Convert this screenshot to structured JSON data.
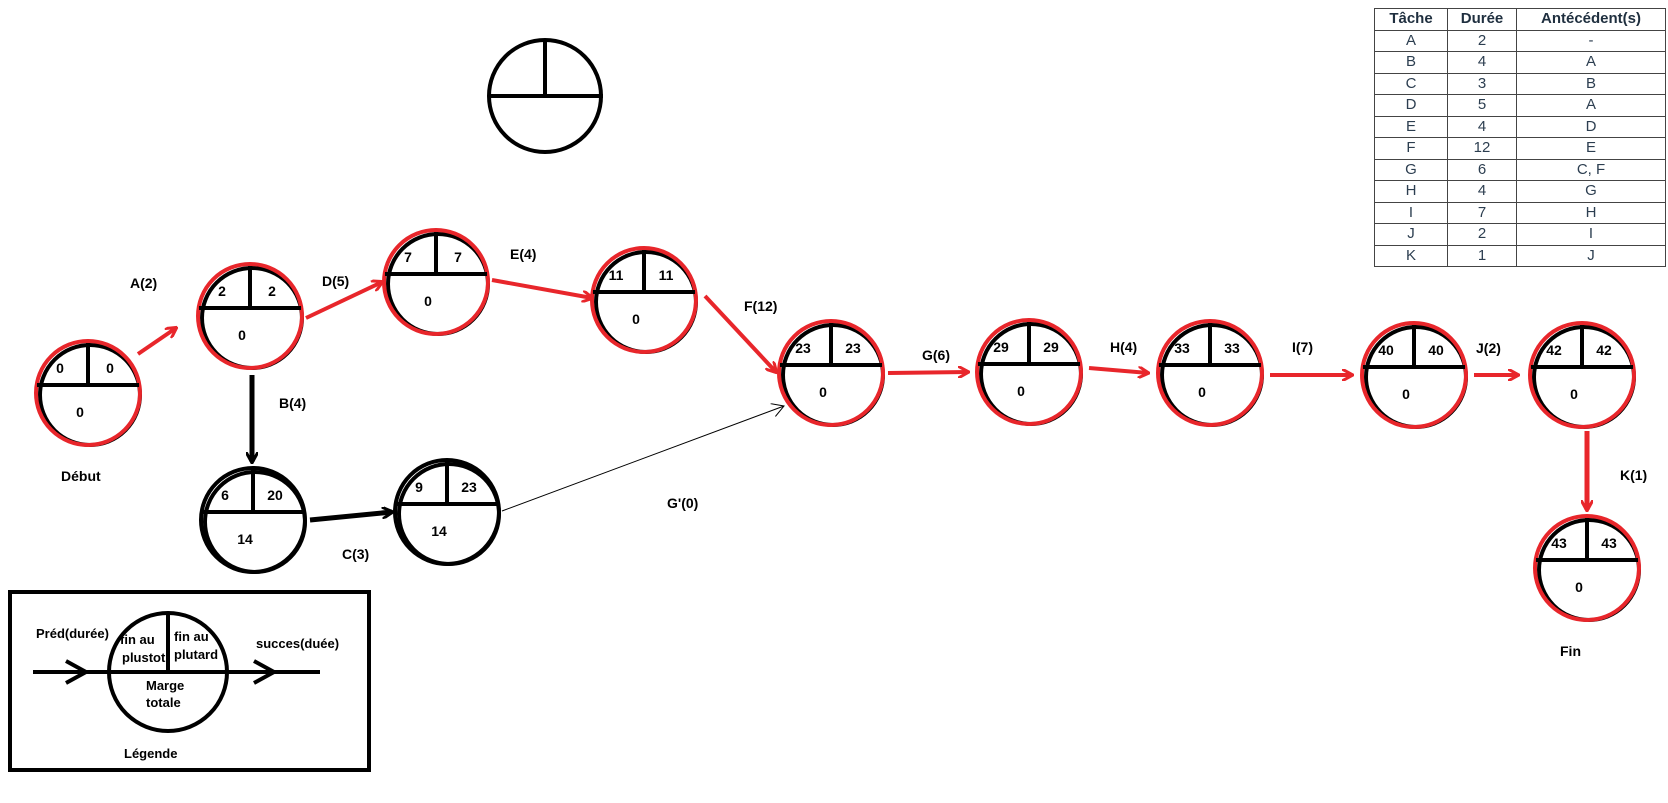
{
  "table": {
    "headers": [
      "Tâche",
      "Durée",
      "Antécédent(s)"
    ],
    "rows": [
      [
        "A",
        "2",
        "-"
      ],
      [
        "B",
        "4",
        "A"
      ],
      [
        "C",
        "3",
        "B"
      ],
      [
        "D",
        "5",
        "A"
      ],
      [
        "E",
        "4",
        "D"
      ],
      [
        "F",
        "12",
        "E"
      ],
      [
        "G",
        "6",
        "C, F"
      ],
      [
        "H",
        "4",
        "G"
      ],
      [
        "I",
        "7",
        "H"
      ],
      [
        "J",
        "2",
        "I"
      ],
      [
        "K",
        "1",
        "J"
      ]
    ]
  },
  "nodes": [
    {
      "id": "n1",
      "tot": "0",
      "tard": "0",
      "marge": "0",
      "critical": true
    },
    {
      "id": "n2",
      "tot": "2",
      "tard": "2",
      "marge": "0",
      "critical": true
    },
    {
      "id": "n3",
      "tot": "7",
      "tard": "7",
      "marge": "0",
      "critical": true
    },
    {
      "id": "n4",
      "tot": "11",
      "tard": "11",
      "marge": "0",
      "critical": true
    },
    {
      "id": "n5",
      "tot": "6",
      "tard": "20",
      "marge": "14",
      "critical": false
    },
    {
      "id": "n6",
      "tot": "9",
      "tard": "23",
      "marge": "14",
      "critical": false
    },
    {
      "id": "n7",
      "tot": "23",
      "tard": "23",
      "marge": "0",
      "critical": true
    },
    {
      "id": "n8",
      "tot": "29",
      "tard": "29",
      "marge": "0",
      "critical": true
    },
    {
      "id": "n9",
      "tot": "33",
      "tard": "33",
      "marge": "0",
      "critical": true
    },
    {
      "id": "n10",
      "tot": "40",
      "tard": "40",
      "marge": "0",
      "critical": true
    },
    {
      "id": "n11",
      "tot": "42",
      "tard": "42",
      "marge": "0",
      "critical": true
    },
    {
      "id": "n12",
      "tot": "43",
      "tard": "43",
      "marge": "0",
      "critical": true
    }
  ],
  "edges": [
    {
      "id": "A",
      "label": "A(2)",
      "critical": true
    },
    {
      "id": "D",
      "label": "D(5)",
      "critical": true
    },
    {
      "id": "E",
      "label": "E(4)",
      "critical": true
    },
    {
      "id": "F",
      "label": "F(12)",
      "critical": true
    },
    {
      "id": "B",
      "label": "B(4)",
      "critical": false
    },
    {
      "id": "C",
      "label": "C(3)",
      "critical": false
    },
    {
      "id": "Gp",
      "label": "G'(0)",
      "critical": false
    },
    {
      "id": "G",
      "label": "G(6)",
      "critical": true
    },
    {
      "id": "H",
      "label": "H(4)",
      "critical": true
    },
    {
      "id": "I",
      "label": "I(7)",
      "critical": true
    },
    {
      "id": "J",
      "label": "J(2)",
      "critical": true
    },
    {
      "id": "K",
      "label": "K(1)",
      "critical": true
    }
  ],
  "captions": {
    "start": "Début",
    "end": "Fin"
  },
  "legend": {
    "pred": "Préd(durée)",
    "succ": "succes(duée)",
    "early_line1": "fin au",
    "early_line2": "plustot",
    "late_line1": "fin au",
    "late_line2": "plutard",
    "margin_line1": "Marge",
    "margin_line2": "totale",
    "title": "Légende"
  },
  "colors": {
    "critical": "#e8262b",
    "normal": "#000000"
  }
}
